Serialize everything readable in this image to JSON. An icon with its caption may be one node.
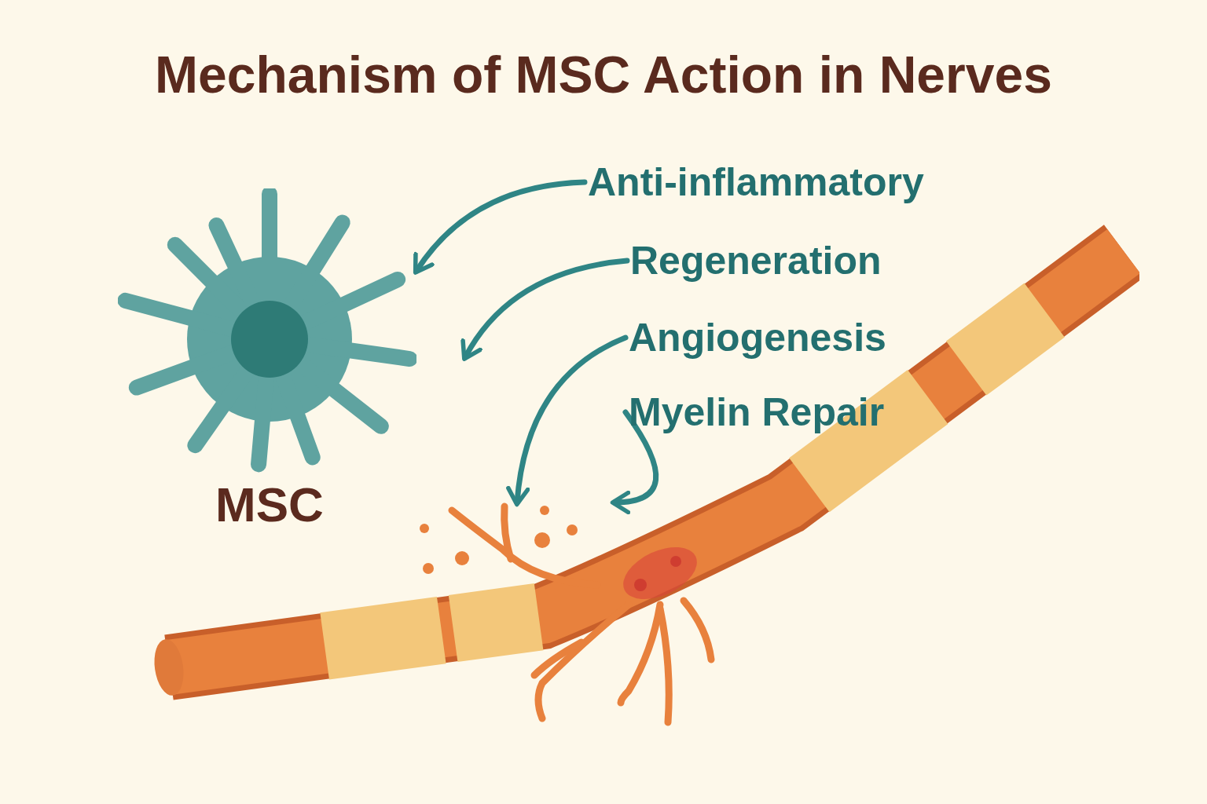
{
  "diagram": {
    "title": "Mechanism of MSC Action in Nerves",
    "nodes": [
      {
        "text": [
          "MSC"
        ]
      },
      {
        "text": [],
        "shape": "picture"
      },
      {
        "text": [
          "Anti-inflammatory"
        ]
      },
      {
        "text": [
          "Regeneration"
        ]
      },
      {
        "text": [
          "Angiogenesis"
        ]
      },
      {
        "text": [
          "Myelin Repair"
        ]
      }
    ],
    "edges": [
      {
        "from": 2,
        "to": 0,
        "arrow": "to"
      },
      {
        "from": 3,
        "to": null,
        "arrow": "to"
      },
      {
        "from": 4,
        "to": 1,
        "arrow": "to"
      },
      {
        "from": 5,
        "to": 1,
        "arrow": "to"
      }
    ]
  }
}
